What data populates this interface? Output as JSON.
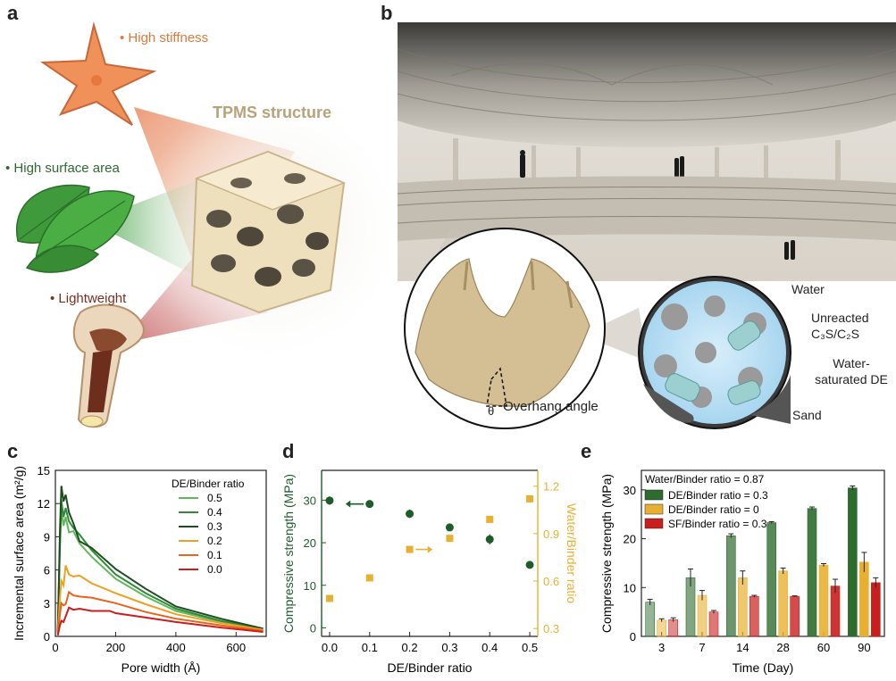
{
  "panels": {
    "a": {
      "letter": "a",
      "props": [
        "• High stiffness",
        "• High surface area",
        "• Lightweight"
      ],
      "structure_label": "TPMS structure",
      "colors": {
        "stiffness": "#e07a3a",
        "surface": "#2e6b2e",
        "lightweight": "#7a3020"
      }
    },
    "b": {
      "letter": "b",
      "overhang_label": "Overhang angle",
      "theta": "θ",
      "labels": [
        "Water",
        "Unreacted C₃S/C₂S",
        "Water-saturated DE",
        "Sand"
      ]
    },
    "c": {
      "letter": "c"
    },
    "d": {
      "letter": "d"
    },
    "e": {
      "letter": "e"
    }
  },
  "chart_data": [
    {
      "panel": "c",
      "type": "line",
      "xlabel": "Pore width (Å)",
      "ylabel": "Incremental surface area (m²/g)",
      "xlim": [
        0,
        700
      ],
      "ylim": [
        0,
        15
      ],
      "xticks": [
        0,
        200,
        400,
        600
      ],
      "yticks": [
        0,
        3,
        6,
        9,
        12,
        15
      ],
      "legend_title": "DE/Binder ratio",
      "series": [
        {
          "name": "0.5",
          "color": "#63b85a",
          "points": [
            [
              8,
              0.3
            ],
            [
              15,
              8
            ],
            [
              20,
              11.6
            ],
            [
              27,
              10
            ],
            [
              34,
              10.8
            ],
            [
              45,
              9.4
            ],
            [
              60,
              9.5
            ],
            [
              80,
              8.4
            ],
            [
              120,
              7.2
            ],
            [
              200,
              5.2
            ],
            [
              300,
              3.6
            ],
            [
              400,
              2.3
            ],
            [
              550,
              1.3
            ],
            [
              690,
              0.6
            ]
          ]
        },
        {
          "name": "0.4",
          "color": "#2e8b3a",
          "points": [
            [
              8,
              0.3
            ],
            [
              15,
              8.5
            ],
            [
              20,
              12.3
            ],
            [
              27,
              10.8
            ],
            [
              34,
              11.6
            ],
            [
              45,
              10.4
            ],
            [
              60,
              9.8
            ],
            [
              80,
              9.2
            ],
            [
              120,
              7.8
            ],
            [
              200,
              5.6
            ],
            [
              300,
              3.9
            ],
            [
              400,
              2.5
            ],
            [
              550,
              1.4
            ],
            [
              690,
              0.7
            ]
          ]
        },
        {
          "name": "0.3",
          "color": "#1e4d1e",
          "points": [
            [
              8,
              0.4
            ],
            [
              15,
              9.5
            ],
            [
              20,
              13.6
            ],
            [
              27,
              12.2
            ],
            [
              34,
              12.8
            ],
            [
              45,
              11.2
            ],
            [
              60,
              10.2
            ],
            [
              80,
              8.6
            ],
            [
              120,
              8.0
            ],
            [
              200,
              6.1
            ],
            [
              300,
              4.3
            ],
            [
              400,
              2.7
            ],
            [
              550,
              1.6
            ],
            [
              690,
              0.7
            ]
          ]
        },
        {
          "name": "0.2",
          "color": "#f0a020",
          "points": [
            [
              8,
              0.2
            ],
            [
              15,
              3.5
            ],
            [
              20,
              5.0
            ],
            [
              27,
              4.6
            ],
            [
              34,
              6.4
            ],
            [
              45,
              5.6
            ],
            [
              60,
              5.4
            ],
            [
              80,
              5.5
            ],
            [
              120,
              4.8
            ],
            [
              200,
              3.9
            ],
            [
              300,
              2.9
            ],
            [
              400,
              2.0
            ],
            [
              550,
              1.2
            ],
            [
              690,
              0.6
            ]
          ]
        },
        {
          "name": "0.1",
          "color": "#e8641a",
          "points": [
            [
              8,
              0.1
            ],
            [
              15,
              2.0
            ],
            [
              20,
              3.0
            ],
            [
              27,
              2.8
            ],
            [
              34,
              2.9
            ],
            [
              45,
              4.0
            ],
            [
              60,
              3.7
            ],
            [
              80,
              3.6
            ],
            [
              120,
              3.5
            ],
            [
              200,
              3.0
            ],
            [
              300,
              2.2
            ],
            [
              400,
              1.6
            ],
            [
              550,
              1.0
            ],
            [
              690,
              0.5
            ]
          ]
        },
        {
          "name": "0.0",
          "color": "#c81e1e",
          "points": [
            [
              8,
              0.1
            ],
            [
              15,
              1.0
            ],
            [
              20,
              1.4
            ],
            [
              27,
              1.3
            ],
            [
              34,
              1.8
            ],
            [
              45,
              2.6
            ],
            [
              60,
              2.4
            ],
            [
              80,
              2.5
            ],
            [
              120,
              2.3
            ],
            [
              180,
              2.3
            ],
            [
              200,
              2.1
            ],
            [
              300,
              1.7
            ],
            [
              400,
              1.3
            ],
            [
              550,
              0.8
            ],
            [
              690,
              0.4
            ]
          ]
        }
      ]
    },
    {
      "panel": "d",
      "type": "scatter",
      "xlabel": "DE/Binder ratio",
      "ylabel_left": "Compressive strength (MPa)",
      "ylabel_right": "Water/Binder ratio",
      "xlim": [
        -0.02,
        0.52
      ],
      "ylim_left": [
        -2,
        37
      ],
      "ylim_right": [
        0.25,
        1.3
      ],
      "xticks": [
        0.0,
        0.1,
        0.2,
        0.3,
        0.4,
        0.5
      ],
      "yticks_left": [
        0,
        10,
        20,
        30
      ],
      "yticks_right": [
        0.3,
        0.6,
        0.9,
        1.2
      ],
      "series": [
        {
          "name": "",
          "axis": "left",
          "color": "#1e5c2a",
          "x": [
            0.0,
            0.1,
            0.2,
            0.3,
            0.4,
            0.5
          ],
          "y": [
            29.9,
            29.1,
            26.8,
            23.6,
            20.8,
            14.8
          ],
          "err": [
            1.0,
            0.4,
            1.0,
            0.6,
            1.2,
            0.4
          ]
        },
        {
          "name": "",
          "axis": "right",
          "color": "#e8b030",
          "x": [
            0.0,
            0.1,
            0.2,
            0.3,
            0.4,
            0.5
          ],
          "y": [
            0.49,
            0.62,
            0.8,
            0.87,
            0.99,
            1.12
          ]
        }
      ]
    },
    {
      "panel": "e",
      "type": "bar",
      "xlabel": "Time (Day)",
      "ylabel": "Compressive strength (MPa)",
      "ylim": [
        0,
        34
      ],
      "yticks": [
        0,
        10,
        20,
        30
      ],
      "categories": [
        "3",
        "7",
        "14",
        "28",
        "60",
        "90"
      ],
      "legend_header": "Water/Binder ratio = 0.87",
      "series": [
        {
          "name": "DE/Binder ratio = 0.3",
          "color": "#2e6b2e",
          "values": [
            7.0,
            12.0,
            20.6,
            23.3,
            26.2,
            30.4
          ],
          "err": [
            0.6,
            1.8,
            0.4,
            0.2,
            0.3,
            0.4
          ]
        },
        {
          "name": "DE/Binder ratio = 0",
          "color": "#e8b030",
          "values": [
            3.3,
            8.4,
            12.0,
            13.4,
            14.6,
            15.2
          ],
          "err": [
            0.3,
            1.0,
            1.4,
            0.6,
            0.3,
            2.0
          ]
        },
        {
          "name": "SF/Binder ratio = 0.3",
          "color": "#c81e1e",
          "values": [
            3.4,
            5.0,
            8.2,
            8.2,
            10.3,
            11.0
          ],
          "err": [
            0.4,
            0.3,
            0.2,
            0.1,
            1.4,
            1.0
          ]
        }
      ]
    }
  ]
}
